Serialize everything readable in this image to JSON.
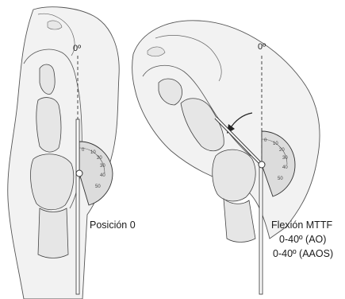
{
  "left_panel": {
    "zero_label": "0º",
    "caption": "Posición 0",
    "protractor_ticks": [
      "0",
      "10",
      "20",
      "30",
      "40",
      "50"
    ]
  },
  "right_panel": {
    "zero_label": "0º",
    "caption": "Flexión MTTF",
    "range_ao": "0-40º (AO)",
    "range_aaos": "0-40º (AAOS)",
    "protractor_ticks": [
      "0",
      "10",
      "20",
      "30",
      "40",
      "50"
    ]
  },
  "colors": {
    "line": "#333333",
    "skin_fill": "#f2f2f2",
    "bone_fill": "#e6e6e6",
    "protractor_fill": "#dcdcdc"
  }
}
